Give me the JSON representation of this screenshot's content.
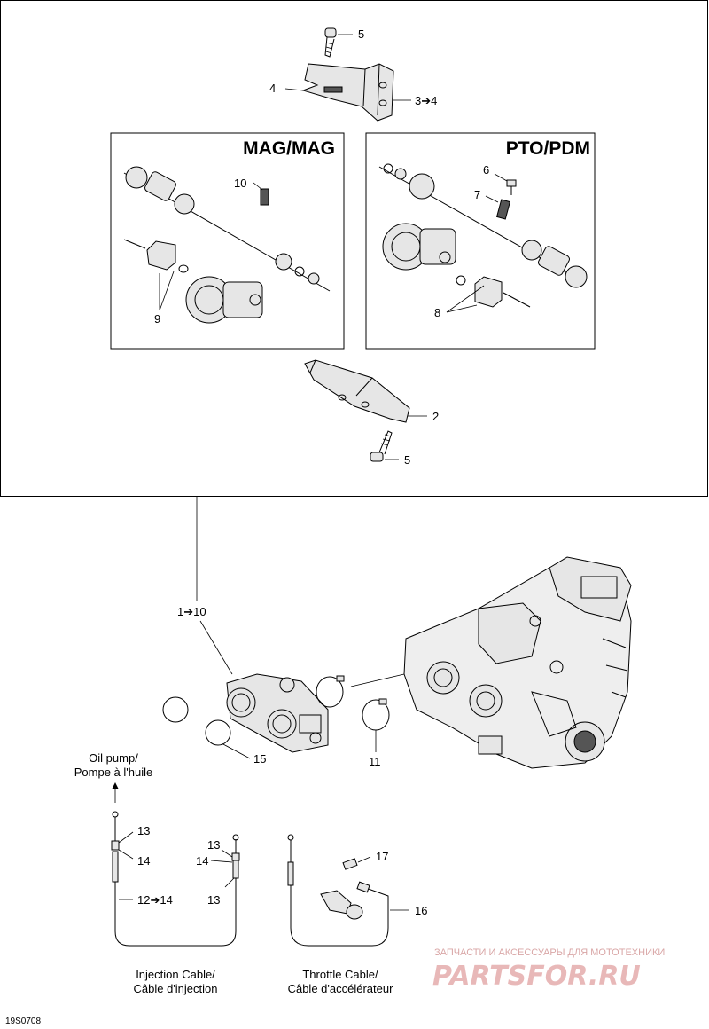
{
  "panels": {
    "mag_title": "MAG/MAG",
    "pto_title": "PTO/PDM"
  },
  "callouts": {
    "c5_top": "5",
    "c4": "4",
    "c3to4": "3➔4",
    "c10": "10",
    "c9": "9",
    "c6": "6",
    "c7": "7",
    "c8": "8",
    "c2": "2",
    "c5_bottom": "5",
    "c1to10": "1➔10",
    "c15": "15",
    "c11": "11",
    "c13_a": "13",
    "c14_a": "14",
    "c12to14": "12➔14",
    "c13_b": "13",
    "c14_b": "14",
    "c13_c": "13",
    "c17": "17",
    "c16": "16"
  },
  "labels": {
    "oil_pump_line1": "Oil pump/",
    "oil_pump_line2": "Pompe à l'huile",
    "injection_line1": "Injection Cable/",
    "injection_line2": "Câble d'injection",
    "throttle_line1": "Throttle Cable/",
    "throttle_line2": "Câble d'accélérateur"
  },
  "footer": {
    "figure_code": "19S0708",
    "watermark_top": "ЗАПЧАСТИ И АКСЕССУАРЫ ДЛЯ МОТОТЕХНИКИ",
    "watermark_brand": "PARTSFOR.RU"
  }
}
